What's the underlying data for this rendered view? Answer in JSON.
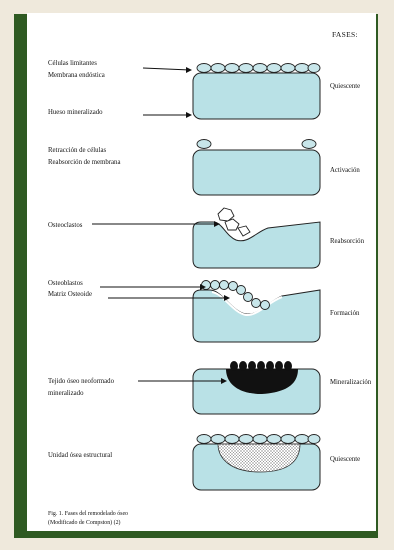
{
  "header": {
    "title": "FASES:"
  },
  "stages": [
    {
      "labels": [
        "Células limitantes",
        "Membrana endóstica",
        "Hueso mineralizado"
      ],
      "phase": "Quiescente"
    },
    {
      "labels": [
        "Retracción de células",
        "Reabsorción de membrana"
      ],
      "phase": "Activación"
    },
    {
      "labels": [
        "Osteoclastos"
      ],
      "phase": "Reabsorción"
    },
    {
      "labels": [
        "Osteoblastos",
        "Matriz Osteoide"
      ],
      "phase": "Formación"
    },
    {
      "labels": [
        "Tejido óseo neoformado",
        "mineralizado"
      ],
      "phase": "Mineralización"
    },
    {
      "labels": [
        "Unidad ósea estructural"
      ],
      "phase": "Quiescente"
    }
  ],
  "caption": {
    "line1": "Fig. 1. Fases del remodelado óseo",
    "line2": "(Modificado de Compston) (2)"
  },
  "colors": {
    "frame": "#2f5a22",
    "background": "#efe9dc",
    "bone": "#b9e1e6",
    "mineral": "#111111"
  }
}
